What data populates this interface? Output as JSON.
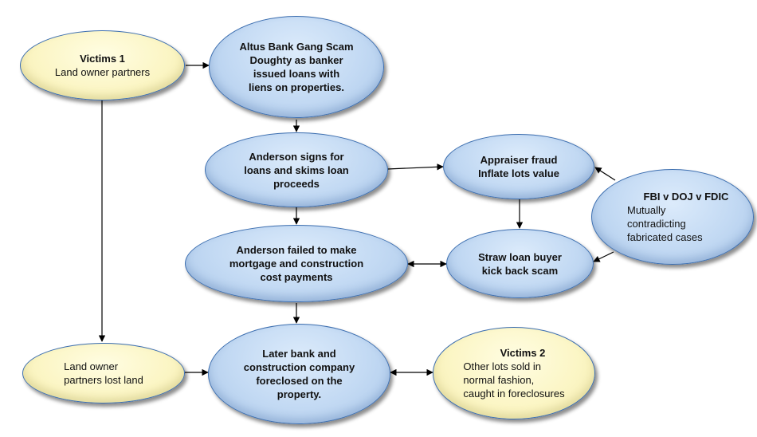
{
  "nodes": {
    "victims1": {
      "title": "Victims 1",
      "text": "Land owner partners"
    },
    "altus": {
      "lines": [
        "Altus Bank Gang Scam",
        "Doughty as banker",
        "issued loans with",
        "liens on properties."
      ]
    },
    "anderson_signs": {
      "lines": [
        "Anderson signs for",
        "loans and skims loan",
        "proceeds"
      ]
    },
    "appraiser": {
      "lines": [
        "Appraiser fraud",
        "Inflate lots value"
      ]
    },
    "fbi": {
      "title": "FBI v DOJ v FDIC",
      "lines": [
        "Mutually",
        "contradicting",
        "fabricated cases"
      ]
    },
    "anderson_failed": {
      "lines": [
        "Anderson failed to make",
        "mortgage and construction",
        "cost payments"
      ]
    },
    "straw": {
      "lines": [
        "Straw loan buyer",
        "kick back scam"
      ]
    },
    "landowner_lost": {
      "lines": [
        "Land owner",
        "partners lost land"
      ]
    },
    "later_bank": {
      "lines": [
        "Later bank and",
        "construction company",
        "foreclosed on the",
        "property."
      ]
    },
    "victims2": {
      "title": "Victims 2",
      "lines": [
        "Other lots sold  in",
        "normal fashion,",
        "caught in foreclosures"
      ]
    }
  },
  "colors": {
    "blue_fill": "#c2d9f3",
    "yellow_fill": "#fbf5c3",
    "border": "#3d6fb0",
    "arrow": "#000000"
  }
}
